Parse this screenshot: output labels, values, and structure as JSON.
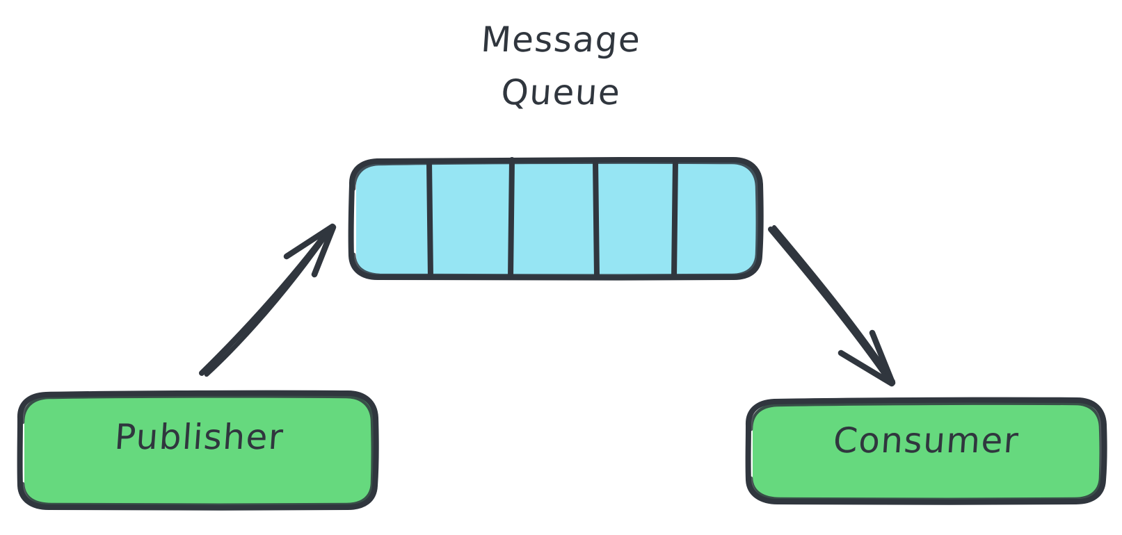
{
  "diagram": {
    "title": {
      "line1": "Message",
      "line2": "Queue"
    },
    "background_color": "#ffffff",
    "stroke_color": "#30363e",
    "style": "hand-drawn-sketch",
    "nodes": [
      {
        "id": "publisher",
        "label": "Publisher",
        "shape": "rounded-rectangle",
        "fill_color": "#66d97e",
        "stroke_color": "#30363e"
      },
      {
        "id": "message-queue",
        "label": "",
        "shape": "segmented-rounded-rectangle",
        "fill_color": "#96e5f3",
        "stroke_color": "#30363e",
        "cell_count": 5
      },
      {
        "id": "consumer",
        "label": "Consumer",
        "shape": "rounded-rectangle",
        "fill_color": "#66d97e",
        "stroke_color": "#30363e"
      }
    ],
    "edges": [
      {
        "id": "publisher-to-queue",
        "from": "publisher",
        "to": "message-queue",
        "label": "",
        "arrowhead": "open",
        "direction": "up-right"
      },
      {
        "id": "queue-to-consumer",
        "from": "message-queue",
        "to": "consumer",
        "label": "",
        "arrowhead": "open",
        "direction": "down-right"
      }
    ]
  }
}
